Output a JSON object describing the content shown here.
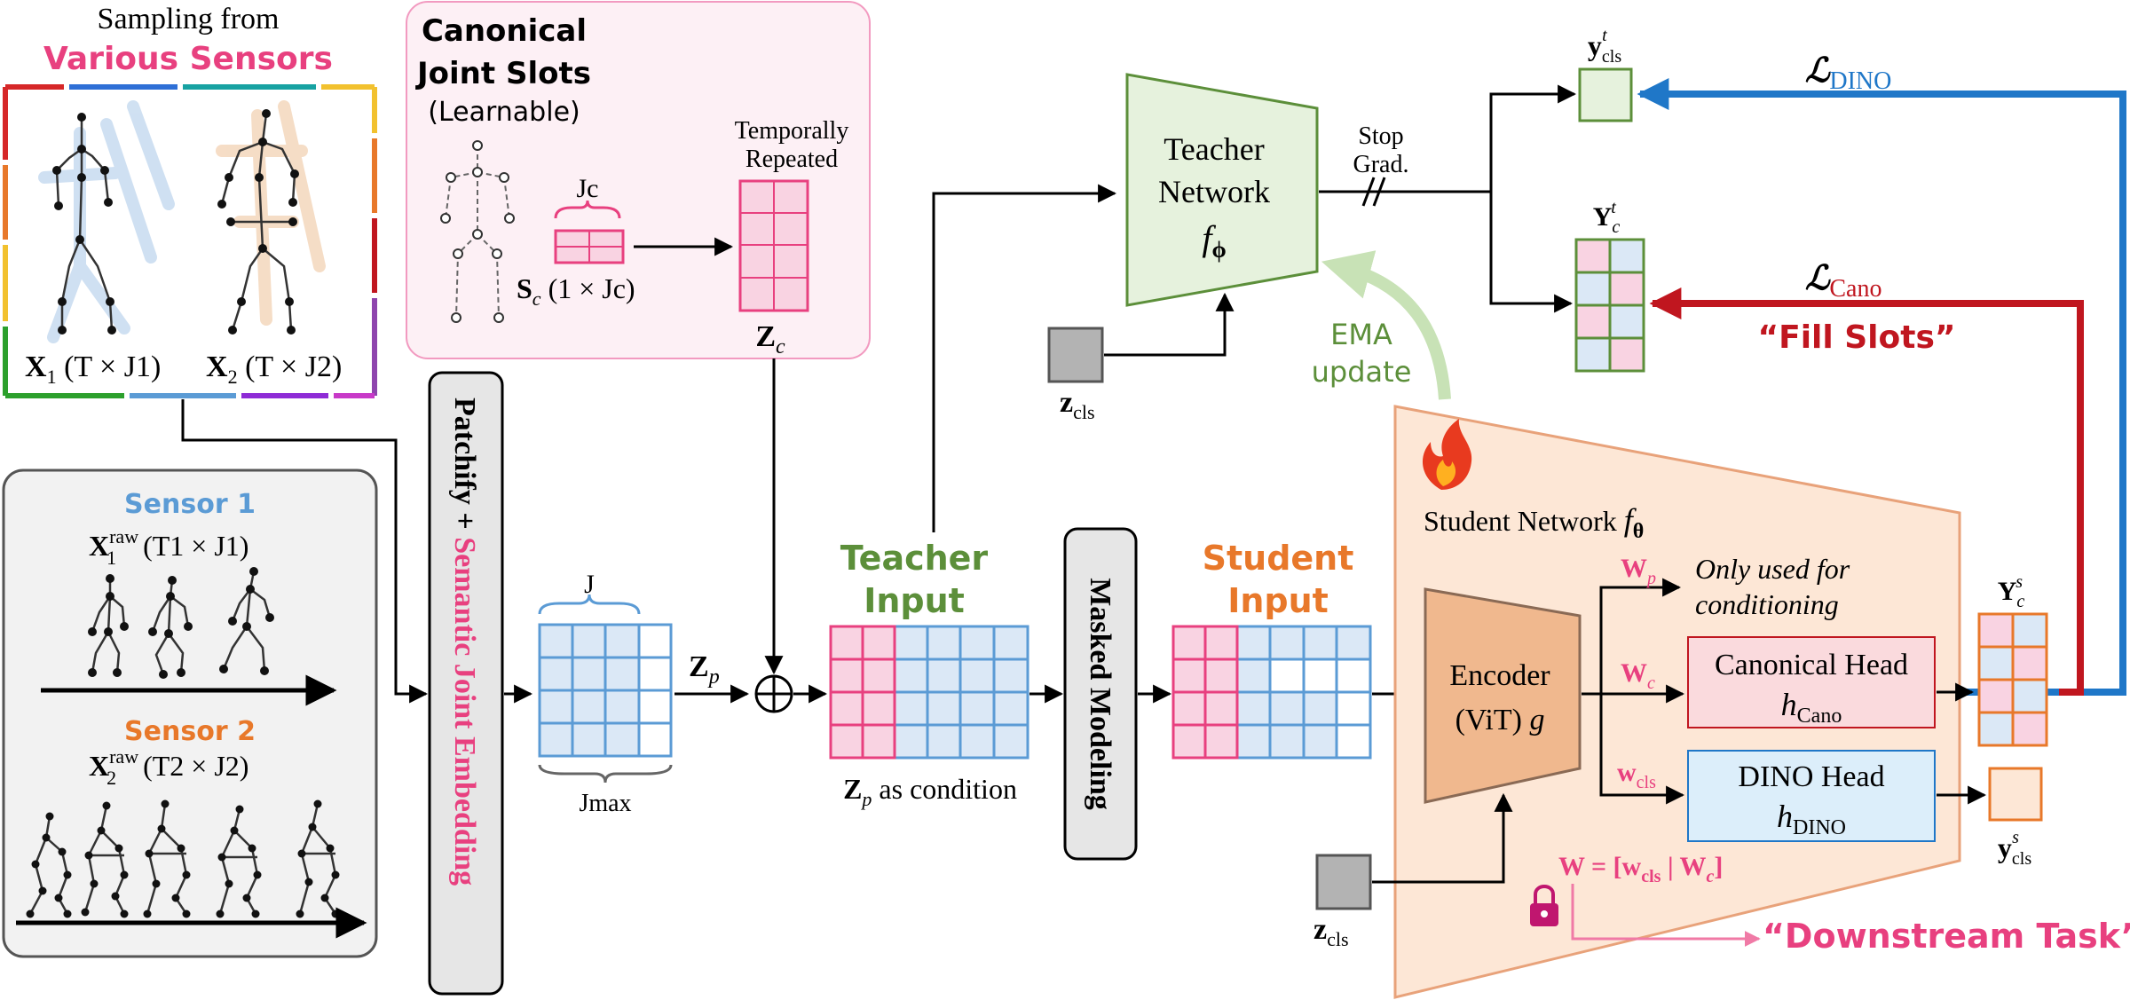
{
  "sampling": {
    "line1": "Sampling from",
    "line2": "Various Sensors",
    "x1_label": "X",
    "x1_sub": "1",
    "x1_shape": " (T × J1)",
    "x2_label": "X",
    "x2_sub": "2",
    "x2_shape": " (T × J2)"
  },
  "canonical": {
    "title1": "Canonical",
    "title2": "Joint Slots",
    "subtitle": "(Learnable)",
    "jc": "Jc",
    "sc_label": "S",
    "sc_sub": "c",
    "sc_shape": " (1 × Jc)",
    "temp1": "Temporally",
    "temp2": "Repeated",
    "zc_label": "Z",
    "zc_sub": "c"
  },
  "sensors": {
    "s1_title": "Sensor 1",
    "s1_label": "X",
    "s1_sub": "1",
    "s1_sup": "raw",
    "s1_shape": " (T1 × J1)",
    "s2_title": "Sensor 2",
    "s2_label": "X",
    "s2_sub": "2",
    "s2_sup": "raw",
    "s2_shape": " (T2 × J2)"
  },
  "patchify": {
    "part1": "Patchify + ",
    "part2": "Semantic Joint Embedding"
  },
  "grid": {
    "j_label": "J",
    "jmax_label": "Jmax",
    "zp_label": "Z",
    "zp_sub": "p"
  },
  "teacher_input": {
    "line1": "Teacher",
    "line2": "Input",
    "caption_label": "Z",
    "caption_sub": "p",
    "caption_text": " as condition"
  },
  "masked": "Masked Modeling",
  "student_input": {
    "line1": "Student",
    "line2": "Input"
  },
  "teacher_net": {
    "line1": "Teacher",
    "line2": "Network",
    "fn_label": "f",
    "fn_sub": "ϕ",
    "stop1": "Stop",
    "stop2": "Grad.",
    "zcls_label": "z",
    "zcls_sub": "cls",
    "ema1": "EMA",
    "ema2": "update"
  },
  "outputs": {
    "ycls_t_label": "y",
    "ycls_t_sub": "cls",
    "ycls_t_sup": "t",
    "yc_t_label": "Y",
    "yc_t_sub": "c",
    "yc_t_sup": "t",
    "loss_dino_label": "ℒ",
    "loss_dino_sub": "DINO",
    "loss_cano_label": "ℒ",
    "loss_cano_sub": "Cano",
    "fill_slots": "“Fill Slots”",
    "yc_s_label": "Y",
    "yc_s_sub": "c",
    "yc_s_sup": "s",
    "ycls_s_label": "y",
    "ycls_s_sub": "cls",
    "ycls_s_sup": "s"
  },
  "student_net": {
    "title": "Student Network ",
    "fn_label": "f",
    "fn_sub": "θ",
    "enc1": "Encoder",
    "enc2": "(ViT) ",
    "enc_g": "g",
    "wp_label": "W",
    "wp_sub": "p",
    "wc_label": "W",
    "wc_sub": "c",
    "wcls_label": "w",
    "wcls_sub": "cls",
    "only1": "Only used for",
    "only2": "conditioning",
    "cano_head": "Canonical Head",
    "cano_h": "h",
    "cano_h_sub": "Cano",
    "dino_head": "DINO Head",
    "dino_h": "h",
    "dino_h_sub": "DINO",
    "zcls_label": "z",
    "zcls_sub": "cls",
    "w_eq": "W = [w",
    "w_eq_sub1": "cls",
    "w_eq_mid": " | W",
    "w_eq_sub2": "c",
    "w_eq_end": "]",
    "downstream": "“Downstream Task”"
  },
  "colors": {
    "pink": "#e8407f",
    "blue": "#1f77c8",
    "red": "#c0161f",
    "green": "#5c8f3a",
    "orange": "#e8782a",
    "grid_blue": "#5b9bd5",
    "grid_fill": "#dbe8f6",
    "pink_fill": "#f9d3e2"
  }
}
